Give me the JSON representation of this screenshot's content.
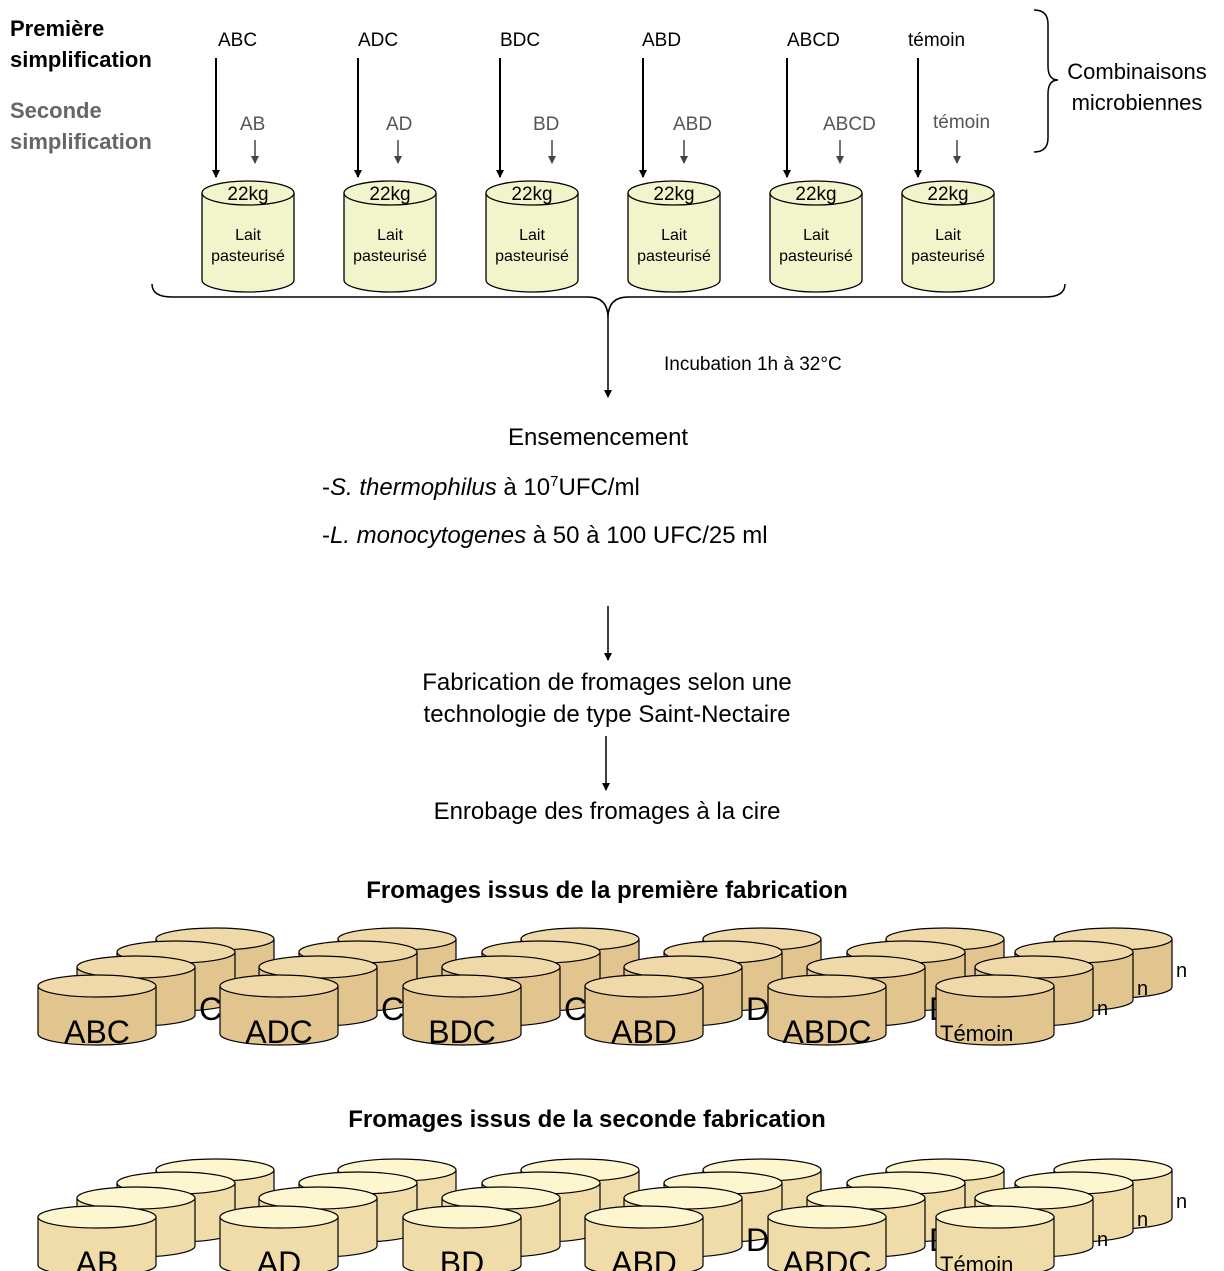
{
  "rows": {
    "first": [
      "Première",
      "simplification"
    ],
    "second": [
      "Seconde",
      "simplification"
    ]
  },
  "bracket_label": [
    "Combinaisons",
    "microbiennes"
  ],
  "combos_first": [
    "ABC",
    "ADC",
    "BDC",
    "ABD",
    "ABCD",
    "témoin"
  ],
  "combos_second": [
    "AB",
    "AD",
    "BD",
    "ABD",
    "ABCD",
    "témoin"
  ],
  "tank": {
    "weight": "22kg",
    "line1": "Lait",
    "line2": "pasteurisé"
  },
  "incubation": "Incubation 1h à 32°C",
  "ensemencement": {
    "title": "Ensemencement",
    "line1": {
      "prefix": "-",
      "italic": "S. thermophilus",
      "text": " à 10",
      "sup": "7",
      "suffix": "UFC/ml"
    },
    "line2": {
      "prefix": "-",
      "italic": "L. monocytogenes",
      "text": " à 50 à 100 UFC/25 ml"
    }
  },
  "fabrication": [
    "Fabrication de fromages selon une",
    "technologie de type Saint-Nectaire"
  ],
  "enrobage": "Enrobage des fromages à la cire",
  "section1": {
    "title": "Fromages issus de la première fabrication",
    "labels": [
      "ABC",
      "ADC",
      "BDC",
      "ABD",
      "ABDC",
      "Témoin"
    ],
    "peek": [
      "C",
      "C",
      "C",
      "D",
      "DC",
      "n"
    ]
  },
  "section2": {
    "title": "Fromages issus de la seconde fabrication",
    "labels": [
      "AB",
      "AD",
      "BD",
      "ABD",
      "ABDC",
      "Témoin"
    ],
    "peek": [
      "",
      "",
      "",
      "D",
      "DC",
      "n"
    ]
  },
  "colors": {
    "tank_fill": "#f2f5cc",
    "cheese_body_1": "#e2c48e",
    "cheese_top_1": "#f0d9a8",
    "cheese_body_2": "#f0dca8",
    "cheese_top_2": "#fdf6cf"
  }
}
